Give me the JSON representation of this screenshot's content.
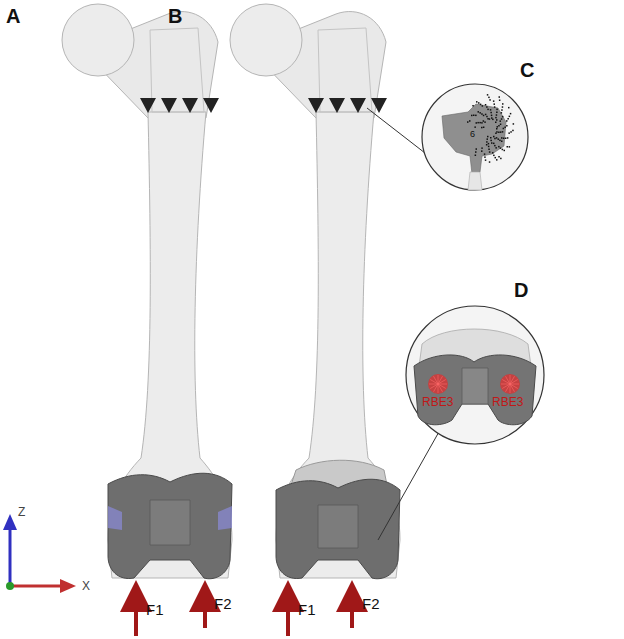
{
  "diagram": {
    "nodes": [
      {
        "text": [
          "C",
          "6"
        ]
      },
      {
        "text": [
          "D",
          "RBE3",
          "RBE3"
        ]
      }
    ],
    "labels": [
      "A",
      "B",
      "F1",
      "F2",
      "F1",
      "F2",
      "Z",
      "X"
    ]
  }
}
